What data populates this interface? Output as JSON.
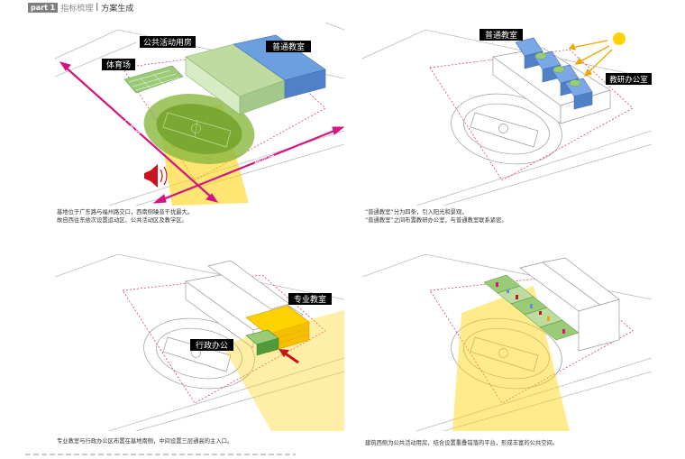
{
  "header": {
    "part": "part 1",
    "title_light": "指标梳理",
    "separator": "|",
    "title_dark": "方案生成"
  },
  "colors": {
    "green": "#9ccb78",
    "blue": "#5f8fd6",
    "yellow": "#ffd200",
    "magenta": "#d4147f",
    "red": "#c8141e",
    "orange": "#f0a800",
    "boundary": "#d22a4a"
  },
  "panels": [
    {
      "labels": {
        "gym": "体育场",
        "public": "公共活动用房",
        "classroom": "普通教室",
        "road_a": "广东路",
        "road_b": "福州路"
      },
      "caption": [
        "基地位于广东路与福州路交口，西南侧噪音干扰最大。",
        "故自西往东依次设置运动区、公共活动区及教学区。"
      ]
    },
    {
      "labels": {
        "classroom": "普通教室",
        "office": "教研办公室"
      },
      "caption": [
        "“普通教室”分为四条，引入阳光和景观，",
        "“普通教室”之间布置教研办公室，与普通教室联系紧密。"
      ]
    },
    {
      "labels": {
        "special": "专业教室",
        "admin": "行政办公"
      },
      "caption": [
        "专业教室与行政办公区布置在基地南侧，中间设置三层通高的主入口。"
      ]
    },
    {
      "labels": {},
      "caption": [
        "建筑西侧为公共活动用房，结合设置重叠错落的平台，形成丰富的公共空间。"
      ]
    }
  ]
}
